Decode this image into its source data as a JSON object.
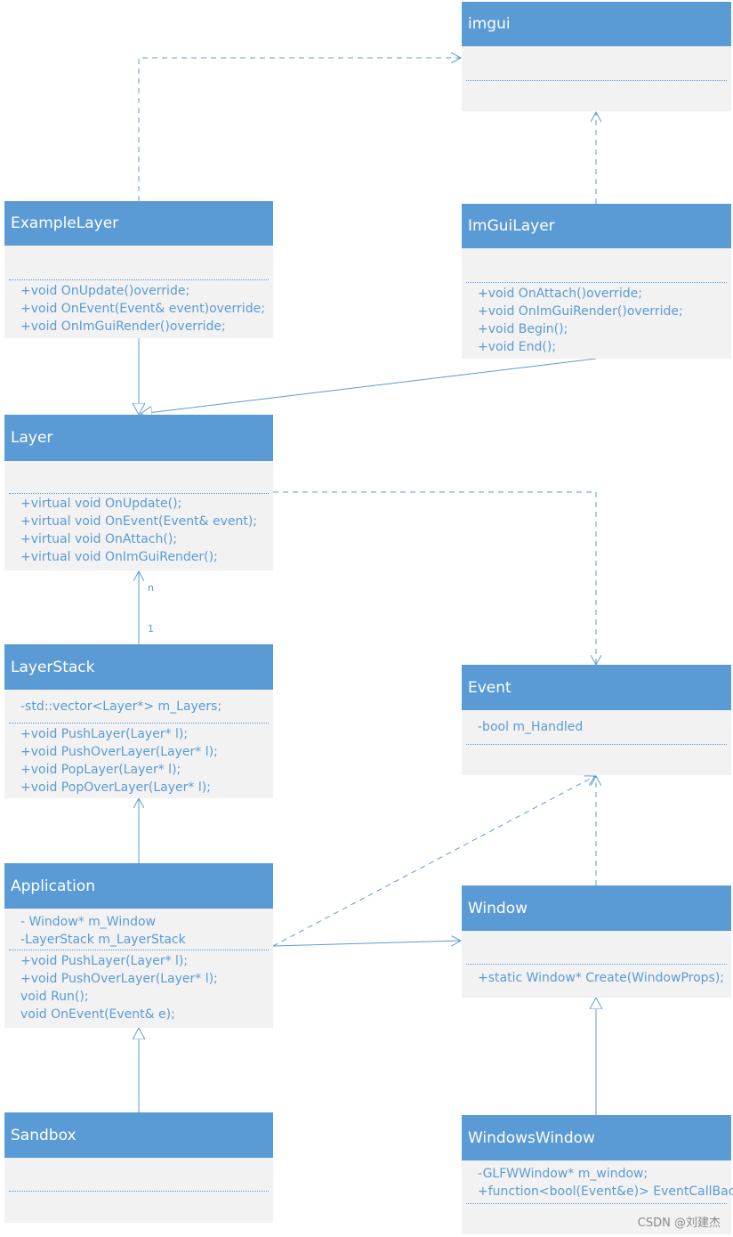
{
  "classes": {
    "imgui": {
      "name": "imgui",
      "attributes": [],
      "methods": []
    },
    "examplelayer": {
      "name": "ExampleLayer",
      "attributes": [],
      "methods": [
        "+void OnUpdate()override;",
        "+void OnEvent(Event& event)override;",
        "+void OnImGuiRender()override;"
      ]
    },
    "imguilayer": {
      "name": "ImGuiLayer",
      "attributes": [],
      "methods": [
        "+void OnAttach()override;",
        "+void OnImGuiRender()override;",
        "+void Begin();",
        "+void End();"
      ]
    },
    "layer": {
      "name": "Layer",
      "attributes": [],
      "methods": [
        "+virtual void OnUpdate();",
        "+virtual void OnEvent(Event& event);",
        "+virtual void OnAttach();",
        "+virtual void OnImGuiRender();"
      ]
    },
    "layerstack": {
      "name": "LayerStack",
      "attributes": [
        "-std::vector<Layer*> m_Layers;"
      ],
      "methods": [
        "+void PushLayer(Layer* l);",
        "+void PushOverLayer(Layer* l);",
        "+void PopLayer(Layer* l);",
        "+void PopOverLayer(Layer* l);"
      ]
    },
    "event": {
      "name": "Event",
      "attributes": [
        "-bool m_Handled"
      ],
      "methods": []
    },
    "application": {
      "name": "Application",
      "attributes": [
        "- Window* m_Window",
        "-LayerStack m_LayerStack"
      ],
      "methods": [
        "+void PushLayer(Layer* l);",
        "+void PushOverLayer(Layer* l);",
        "void Run();",
        "void OnEvent(Event& e);"
      ]
    },
    "window": {
      "name": "Window",
      "attributes": [],
      "methods": [
        "+static Window* Create(WindowProps);"
      ]
    },
    "sandbox": {
      "name": "Sandbox",
      "attributes": [],
      "methods": []
    },
    "windowswindow": {
      "name": "WindowsWindow",
      "attributes": [
        "-GLFWWindow* m_window;",
        "+function<bool(Event&e)> EventCallBack"
      ],
      "methods": []
    }
  },
  "multiplicity": {
    "n": "n",
    "one": "1"
  },
  "watermark": "CSDN @刘建杰",
  "colors": {
    "header": "#5b9bd5",
    "body": "#f2f2f2",
    "line": "#5b9bd5"
  }
}
